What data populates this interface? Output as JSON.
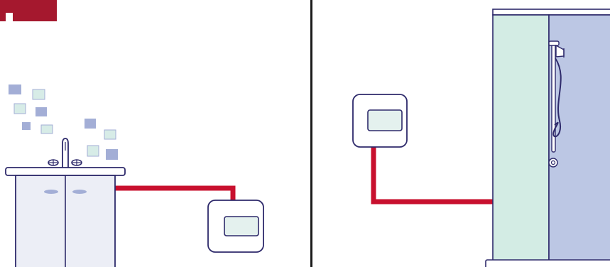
{
  "colors": {
    "background": "#ffffff",
    "outline": "#2e2a6b",
    "pipe": "#c8102e",
    "badge": "#a5182e",
    "cabinet_fill": "#eceef6",
    "panel_fill": "#e4f1ee",
    "shower_glass": "#d3ece4",
    "shower_back": "#bcc7e4",
    "tile_blue": "#a3aed6",
    "tile_mint": "#d7ece7",
    "divider": "#1a1a1a"
  },
  "panels": [
    {
      "name": "sink-installation",
      "components": [
        "sink-cabinet",
        "faucet",
        "wall-tiles",
        "water-heater-unit",
        "supply-pipe"
      ]
    },
    {
      "name": "shower-installation",
      "components": [
        "water-heater-unit",
        "supply-pipe",
        "shower-cabin",
        "shower-head",
        "shower-hose"
      ]
    }
  ]
}
